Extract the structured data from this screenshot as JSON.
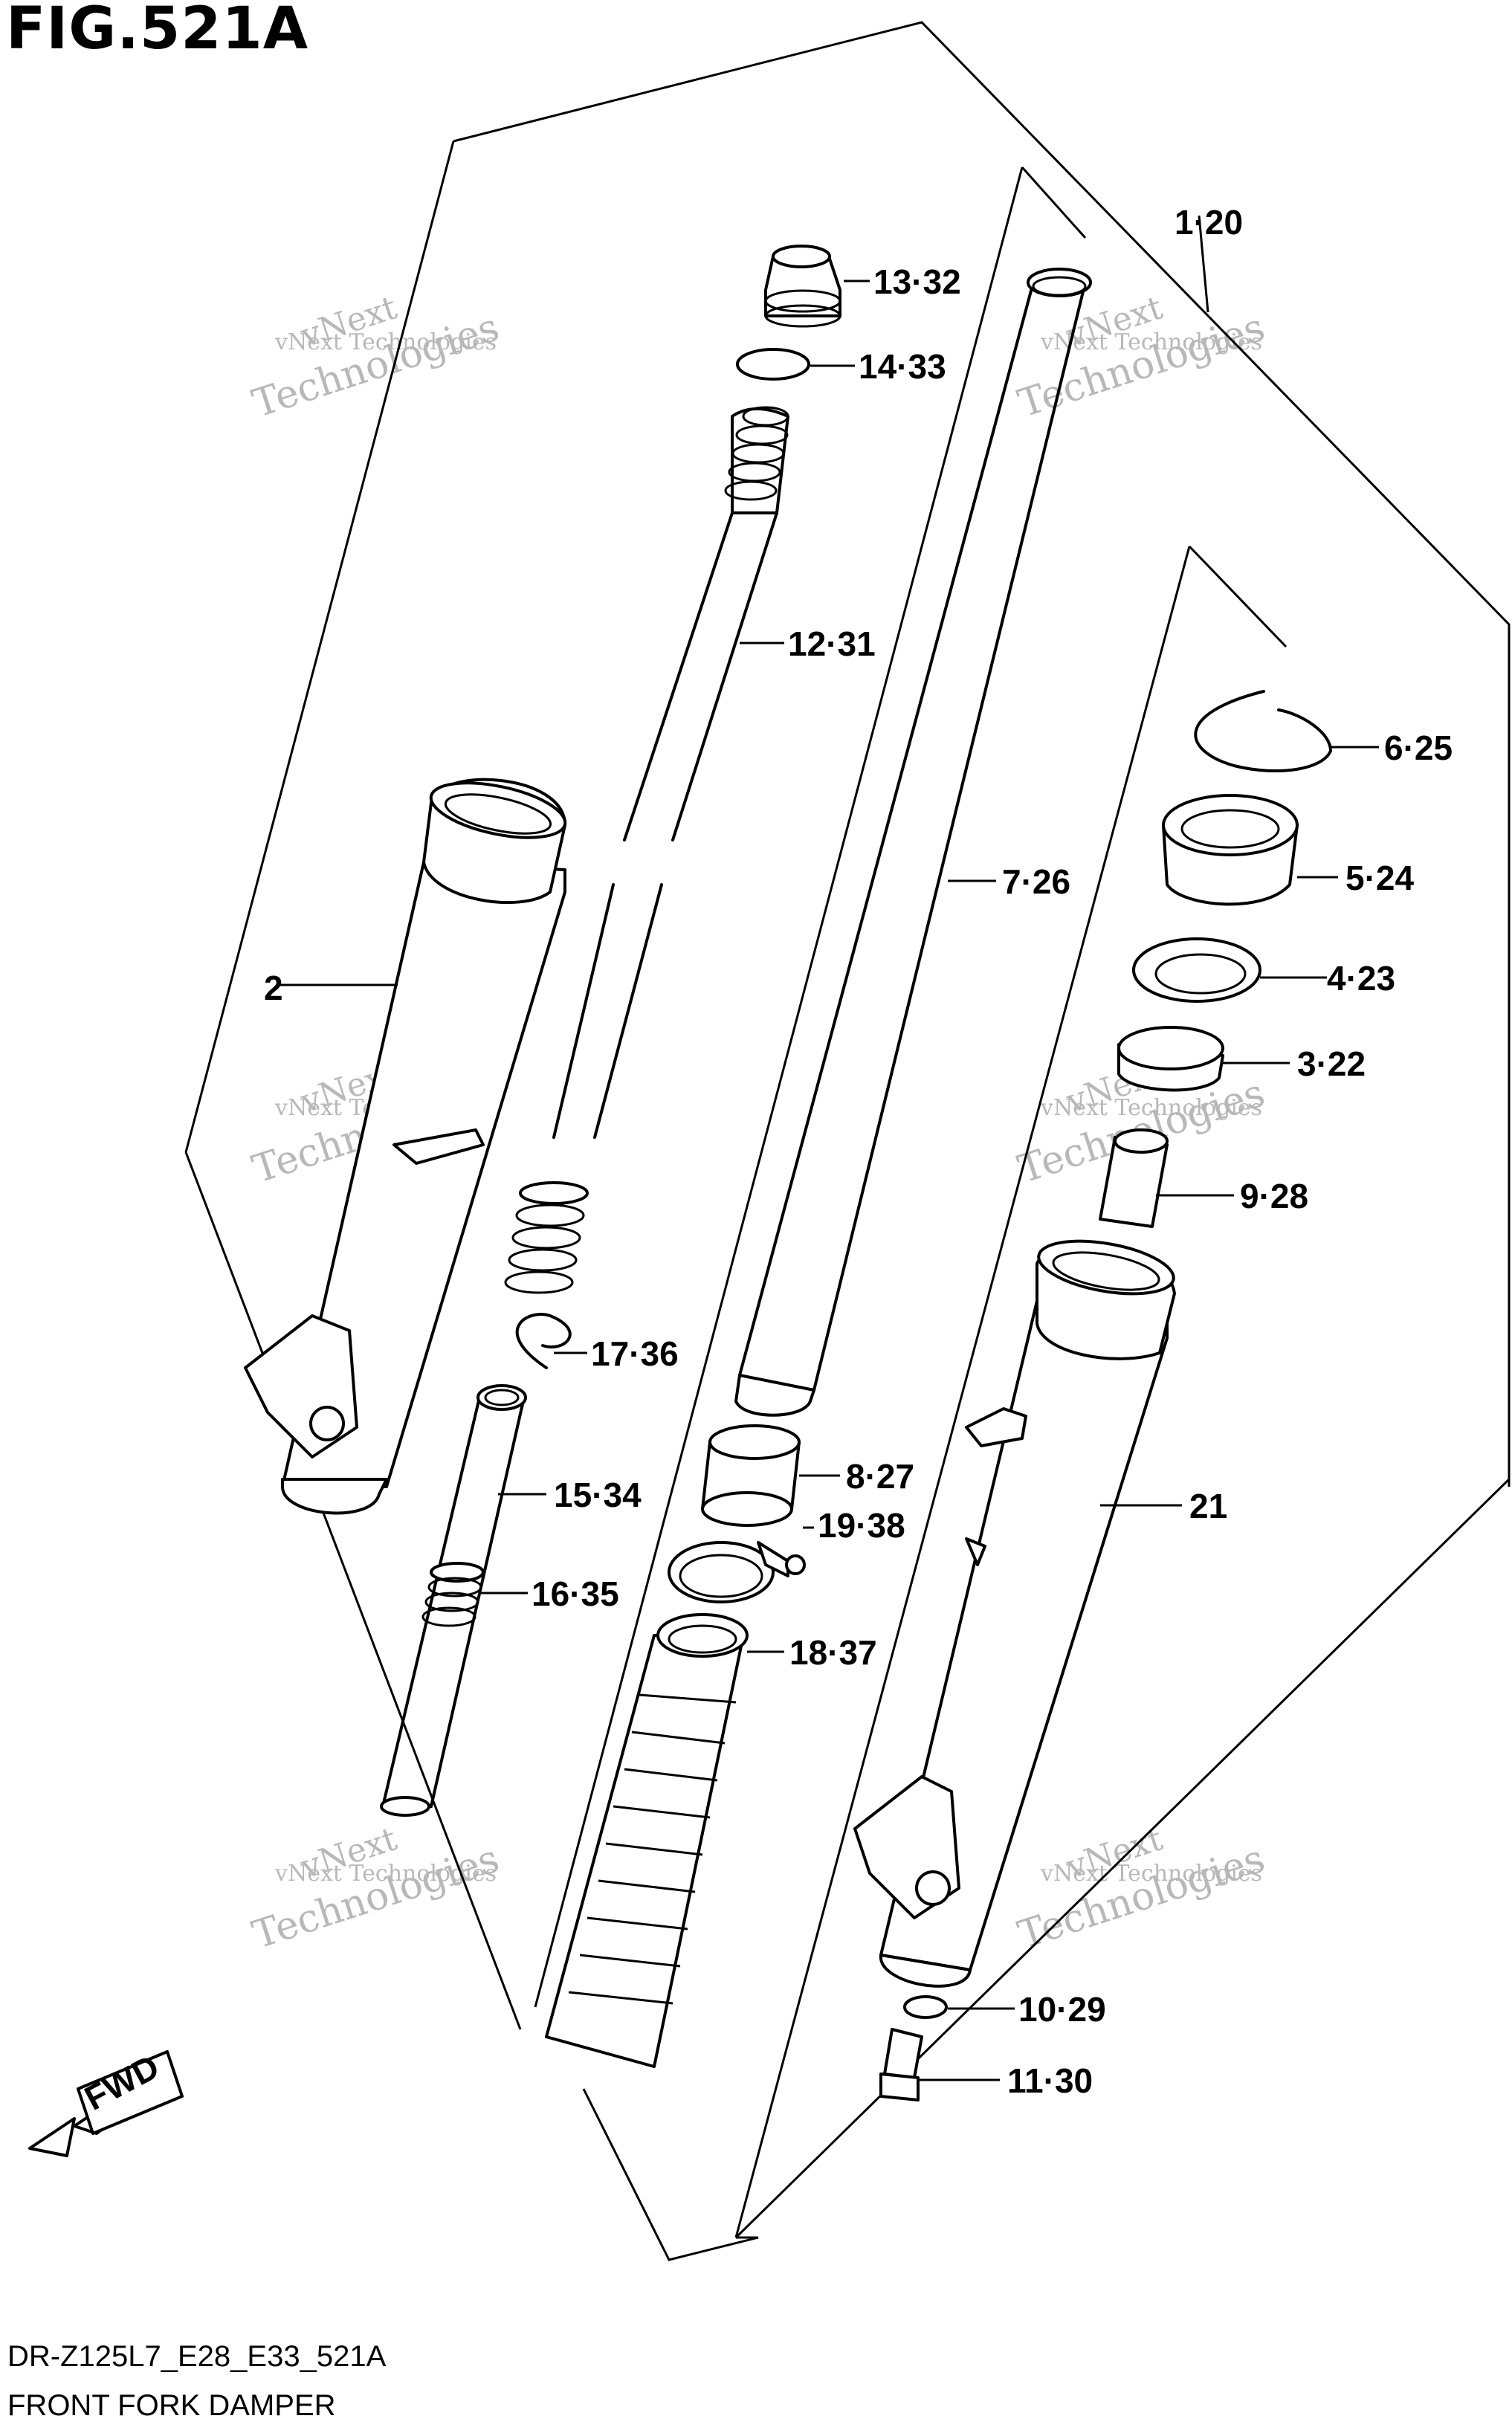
{
  "figure": {
    "title": "FIG.521A",
    "code": "DR-Z125L7_E28_E33_521A",
    "name": "FRONT FORK DAMPER"
  },
  "watermark": {
    "line1": "vNext Technologies",
    "line2": "vNext",
    "line3": "Technologies"
  },
  "fwd_label": "FWD",
  "callouts": [
    {
      "id": "1-20",
      "text": "1·20"
    },
    {
      "id": "2",
      "text": "2"
    },
    {
      "id": "3-22",
      "text": "3·22"
    },
    {
      "id": "4-23",
      "text": "4·23"
    },
    {
      "id": "5-24",
      "text": "5·24"
    },
    {
      "id": "6-25",
      "text": "6·25"
    },
    {
      "id": "7-26",
      "text": "7·26"
    },
    {
      "id": "8-27",
      "text": "8·27"
    },
    {
      "id": "9-28",
      "text": "9·28"
    },
    {
      "id": "10-29",
      "text": "10·29"
    },
    {
      "id": "11-30",
      "text": "11·30"
    },
    {
      "id": "12-31",
      "text": "12·31"
    },
    {
      "id": "13-32",
      "text": "13·32"
    },
    {
      "id": "14-33",
      "text": "14·33"
    },
    {
      "id": "15-34",
      "text": "15·34"
    },
    {
      "id": "16-35",
      "text": "16·35"
    },
    {
      "id": "17-36",
      "text": "17·36"
    },
    {
      "id": "18-37",
      "text": "18·37"
    },
    {
      "id": "19-38",
      "text": "19·38"
    },
    {
      "id": "21",
      "text": "21"
    }
  ]
}
